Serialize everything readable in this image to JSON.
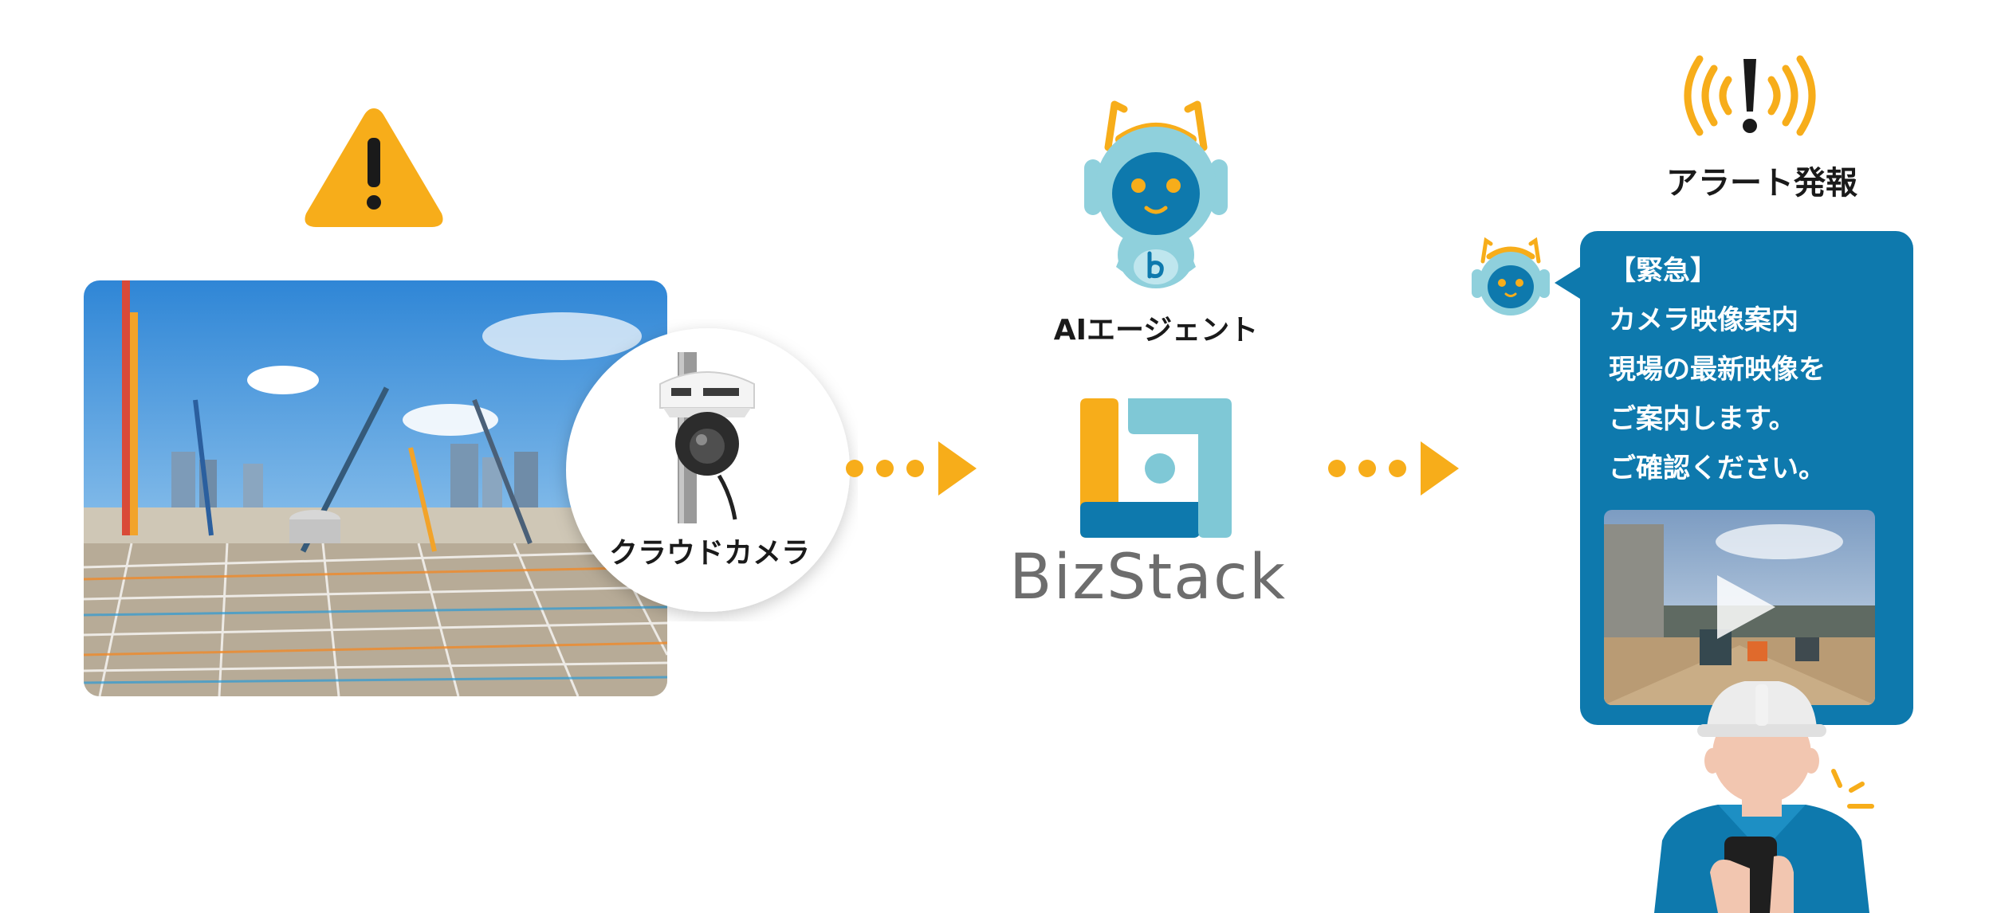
{
  "labels": {
    "camera": "クラウドカメラ",
    "ai_agent": "AIエージェント",
    "alert": "アラート発報",
    "brand": "BizStack"
  },
  "message": {
    "lines": [
      "【緊急】",
      "カメラ映像案内",
      "現場の最新映像を",
      "ご案内します。",
      "ご確認ください。"
    ]
  },
  "colors": {
    "accent_yellow": "#f7ad1a",
    "bubble_blue": "#0e79ad",
    "robot_teal": "#7fc8d6",
    "brand_gray": "#6d6d6d"
  },
  "icons": [
    "warning-triangle-icon",
    "camera-icon",
    "robot-icon",
    "alert-signal-icon",
    "play-icon"
  ]
}
